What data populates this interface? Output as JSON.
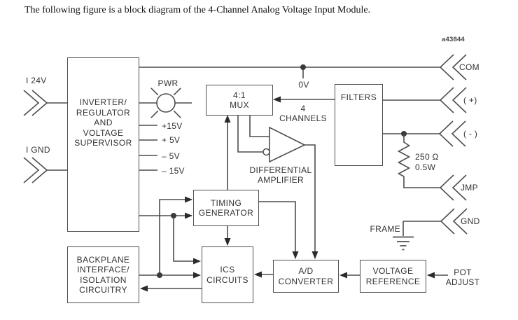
{
  "header": {
    "caption": "The following figure is a block diagram of the 4-Channel Analog Voltage  Input Module.",
    "figure_id": "a43844"
  },
  "blocks": {
    "inverter": {
      "lines": [
        "INVERTER/",
        "REGULATOR",
        "AND",
        "VOLTAGE",
        "SUPERVISOR"
      ]
    },
    "mux": {
      "lines": [
        "4:1",
        "MUX"
      ]
    },
    "filters": {
      "lines": [
        "FILTERS"
      ]
    },
    "timing": {
      "lines": [
        "TIMING",
        "GENERATOR"
      ]
    },
    "backplane": {
      "lines": [
        "BACKPLANE",
        "INTERFACE/",
        "ISOLATION",
        "CIRCUITRY"
      ]
    },
    "ics": {
      "lines": [
        "ICS",
        "CIRCUITS"
      ]
    },
    "adc": {
      "lines": [
        "A/D",
        "CONVERTER"
      ]
    },
    "vref": {
      "lines": [
        "VOLTAGE",
        "REFERENCE"
      ]
    }
  },
  "labels": {
    "pwr": "PWR",
    "rail_15p": "+15V",
    "rail_5p": "+ 5V",
    "rail_5n": "– 5V",
    "rail_15n": "– 15V",
    "in_24v": "I 24V",
    "in_gnd": "I GND",
    "zero_v": "0V",
    "channels_line1": "4",
    "channels_line2": "CHANNELS",
    "diffamp_line1": "DIFFERENTIAL",
    "diffamp_line2": "AMPLIFIER",
    "resistor_line1": "250 Ω",
    "resistor_line2": "0.5W",
    "frame": "FRAME",
    "pot_line1": "POT",
    "pot_line2": "ADJUST",
    "conn_com": "COM",
    "conn_plus": "( +)",
    "conn_minus": "( - )",
    "conn_jmp": "JMP",
    "conn_gnd": "GND"
  },
  "colors": {
    "wire": "#4d4d4d",
    "arrow": "#2b2b2b",
    "text": "#333333",
    "background": "#ffffff"
  }
}
